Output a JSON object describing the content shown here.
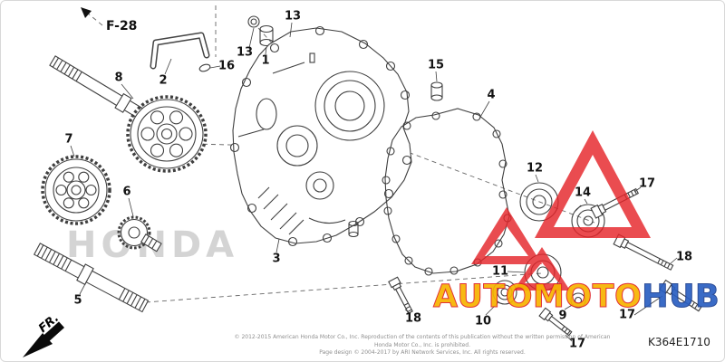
{
  "header": {
    "ref_label": "F-28"
  },
  "callouts": [
    "2",
    "16",
    "13",
    "13",
    "1",
    "8",
    "15",
    "4",
    "7",
    "6",
    "12",
    "14",
    "17",
    "3",
    "18",
    "5",
    "11",
    "10",
    "9",
    "17",
    "18",
    "17"
  ],
  "direction": {
    "label": "FR."
  },
  "watermark": {
    "brand_left": "AUTOMOTO",
    "brand_right": "HUB",
    "background_text": "HONDA",
    "logo_color": "#e5252a"
  },
  "footer": {
    "copyright_line1": "© 2012-2015 American Honda Motor Co., Inc. Reproduction of the contents of this publication without the written permission of American Honda Motor Co., Inc. is prohibited.",
    "copyright_line2": "Page design © 2004-2017 by ARI Network Services, Inc. All rights reserved.",
    "diagram_code": "K364E1710"
  }
}
